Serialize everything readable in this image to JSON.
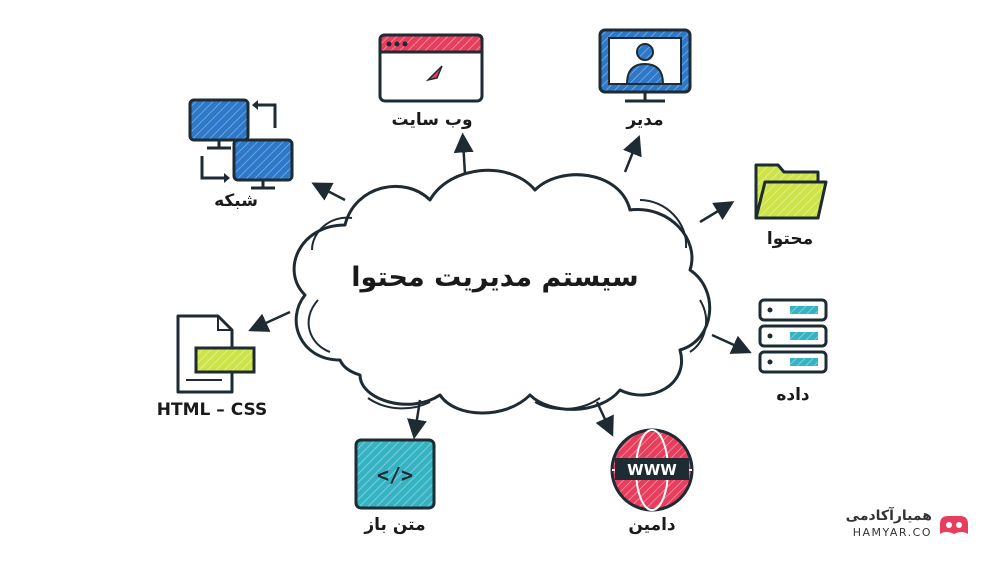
{
  "diagram": {
    "center_title": "سیستم مدیریت محتوا",
    "nodes": [
      {
        "id": "website",
        "label": "وب سایت",
        "icon": "browser-window-icon"
      },
      {
        "id": "manager",
        "label": "مدیر",
        "icon": "monitor-user-icon"
      },
      {
        "id": "content",
        "label": "محتوا",
        "icon": "folder-icon"
      },
      {
        "id": "data",
        "label": "داده",
        "icon": "server-stack-icon"
      },
      {
        "id": "domain",
        "label": "دامین",
        "icon": "www-globe-icon"
      },
      {
        "id": "opensource",
        "label": "متن باز",
        "icon": "code-file-icon"
      },
      {
        "id": "htmlcss",
        "label": "HTML – CSS",
        "icon": "document-icon"
      },
      {
        "id": "network",
        "label": "شبکه",
        "icon": "network-computers-icon"
      }
    ]
  },
  "brand": {
    "name_fa": "همیارآکادمی",
    "name_en": "HAMYAR.CO",
    "icon": "hamyar-logo-icon"
  },
  "colors": {
    "blue": "#2e78c8",
    "red": "#e63e5c",
    "green": "#cde34a",
    "teal": "#36b3c2",
    "outline": "#1e2b33"
  }
}
